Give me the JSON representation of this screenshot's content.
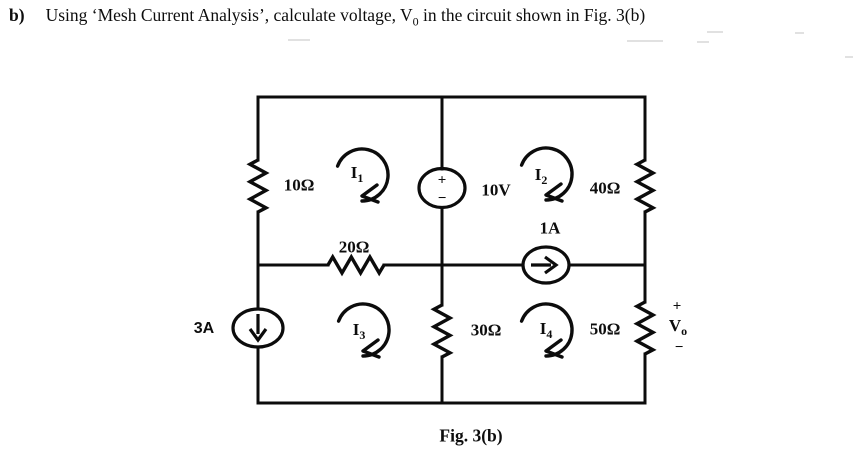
{
  "problem": {
    "item_label": "b)",
    "question_before_sub": "Using ‘Mesh Current Analysis’, calculate voltage, V",
    "question_sub": "0",
    "question_after_sub": " in the circuit shown in Fig. 3(b)"
  },
  "circuit": {
    "resistor_10": "10Ω",
    "resistor_20": "20Ω",
    "resistor_30": "30Ω",
    "resistor_40": "40Ω",
    "resistor_50": "50Ω",
    "voltage_source": {
      "label": "10V",
      "plus": "+",
      "minus": "−"
    },
    "current_source_1a": {
      "label": "1A"
    },
    "current_source_3a": {
      "label": "3A"
    },
    "meshes": [
      {
        "base": "I",
        "sub": "1"
      },
      {
        "base": "I",
        "sub": "2"
      },
      {
        "base": "I",
        "sub": "3"
      },
      {
        "base": "I",
        "sub": "4"
      }
    ],
    "output_voltage": {
      "plus": "+",
      "base": "V",
      "sub": "o",
      "minus": "−"
    },
    "caption": "Fig. 3(b)"
  }
}
